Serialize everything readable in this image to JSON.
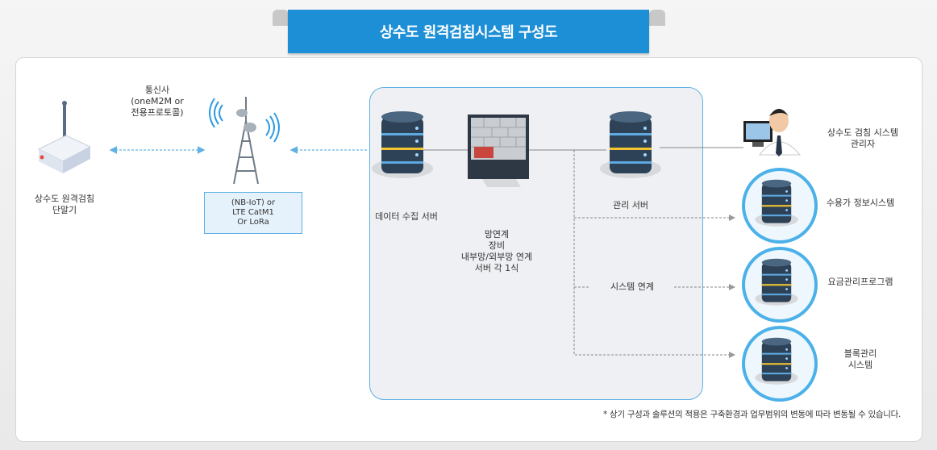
{
  "title": "상수도 원격검침시스템 구성도",
  "nodes": {
    "terminal": "상수도 원격검침\n단말기",
    "carrier": "통신사\n(oneM2M or\n전용프로토콜)",
    "network": "(NB-IoT) or\nLTE CatM1\nOr LoRa",
    "data_server": "데이터 수집 서버",
    "firewall": "망연계\n장비\n내부망/외부망 연계\n서버 각 1식",
    "mgmt_server": "관리 서버",
    "admin": "상수도 검침 시스템\n관리자",
    "link": "시스템 연계",
    "sys1": "수용가 정보시스템",
    "sys2": "요금관리프로그램",
    "sys3": "블록관리\n시스템"
  },
  "note": "* 상기 구성과 솔루션의 적용은 구축환경과 업무범위의 변동에 따라 변동될 수 있습니다.",
  "colors": {
    "accent": "#1d8fd6",
    "line": "#5eb0e5",
    "server": "#2e4257",
    "server_light": "#f2c531"
  }
}
